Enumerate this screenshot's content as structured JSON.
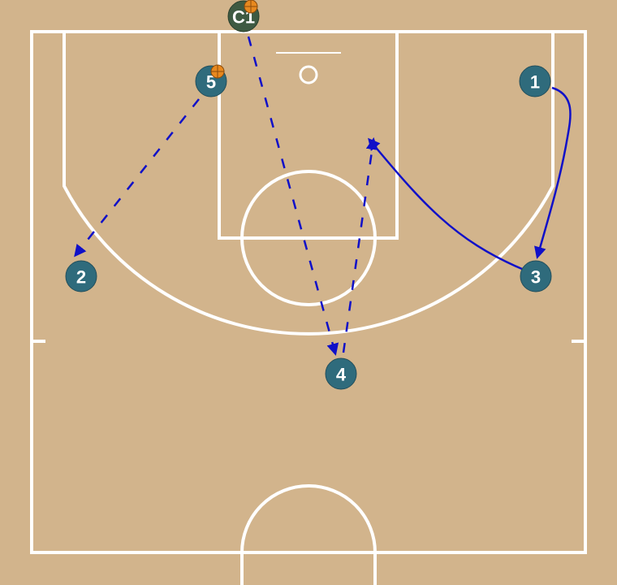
{
  "colors": {
    "court": "#d2b48c",
    "lines": "#ffffff",
    "player_fill": "#2f6b7c",
    "coach_fill": "#3e5a42",
    "arrow": "#1010c8",
    "ball": "#e8891f"
  },
  "coach": {
    "label": "C1",
    "has_ball": true
  },
  "players": [
    {
      "label": "1",
      "has_ball": false
    },
    {
      "label": "2",
      "has_ball": false
    },
    {
      "label": "3",
      "has_ball": false
    },
    {
      "label": "4",
      "has_ball": false
    },
    {
      "label": "5",
      "has_ball": true
    }
  ],
  "actions": [
    {
      "type": "pass",
      "from": "5",
      "to": "2"
    },
    {
      "type": "pass",
      "from": "C1",
      "to": "4"
    },
    {
      "type": "pass",
      "from": "4",
      "to": "paint"
    },
    {
      "type": "cut",
      "from": "1",
      "to": "3"
    },
    {
      "type": "cut",
      "from": "3",
      "to": "paint"
    }
  ]
}
